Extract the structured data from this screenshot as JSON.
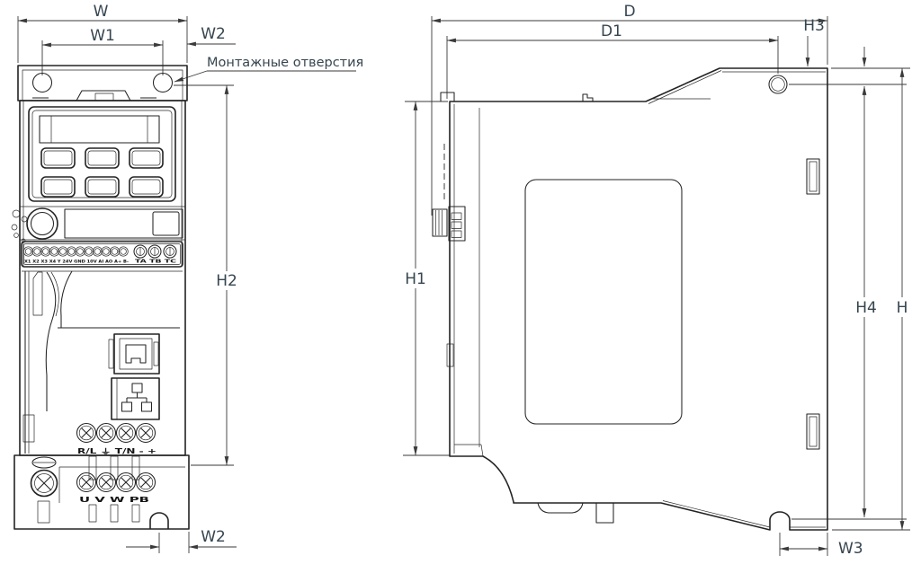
{
  "front_view": {
    "dim_w": "W",
    "dim_w1": "W1",
    "dim_w2_top": "W2",
    "dim_h2": "H2",
    "dim_w2_bottom": "W2",
    "mounting_holes_label": "Монтажные отверстия",
    "control_terminals_label": "X1 X2 X3 X4 Y 24V GND 10V AI AO A+ B-",
    "relay_terminals_label": "TA TB TC",
    "power_input_label": "R/L ⏚ T/N - +",
    "power_output_label": "U V W PB"
  },
  "side_view": {
    "dim_d": "D",
    "dim_d1": "D1",
    "dim_h3": "H3",
    "dim_h1": "H1",
    "dim_h4": "H4",
    "dim_h": "H",
    "dim_w3": "W3"
  },
  "colors": {
    "line": "#232323",
    "dimension": "#3a3a3a",
    "label": "#36454f",
    "background": "#ffffff"
  }
}
